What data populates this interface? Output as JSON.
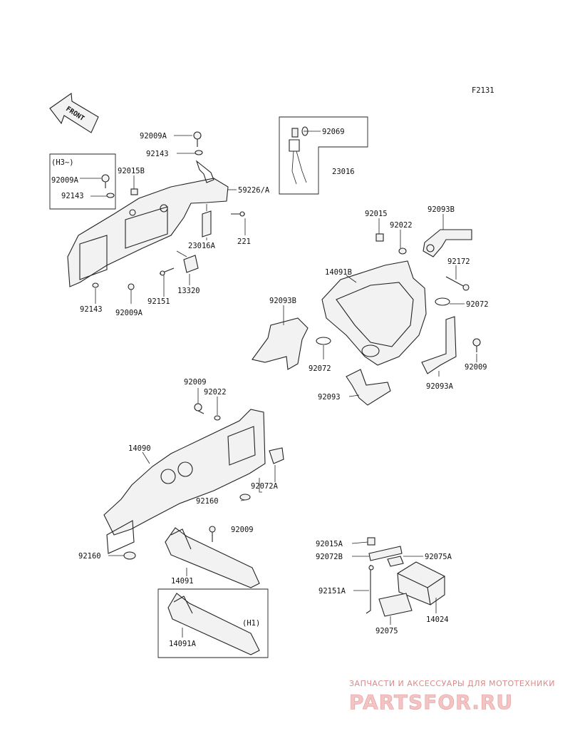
{
  "diagram_code": "F2131",
  "front_label": "FRONT",
  "watermark": {
    "line1": "ЗАПЧАСТИ И АКСЕССУАРЫ ДЛЯ МОТОТЕХНИКИ",
    "line2": "PARTSFOR.RU"
  },
  "callouts": {
    "c92009A_top": "92009A",
    "c92143_top": "92143",
    "c92069": "92069",
    "c23016": "23016",
    "cH3": "(H3~)",
    "c92009A_h3": "92009A",
    "c92015B": "92015B",
    "c92143_h3": "92143",
    "c59226A": "59226/A",
    "c23016A": "23016A",
    "c221": "221",
    "c13320": "13320",
    "c92151": "92151",
    "c92143_bot": "92143",
    "c92009A_bot": "92009A",
    "c92015": "92015",
    "c92022_r": "92022",
    "c92093B_r": "92093B",
    "c14091B": "14091B",
    "c92172": "92172",
    "c92072_r": "92072",
    "c92093B_l": "92093B",
    "c92072_l": "92072",
    "c92009_r": "92009",
    "c92093A": "92093A",
    "c92093": "92093",
    "c92009_m": "92009",
    "c92022_m": "92022",
    "c14090": "14090",
    "c92072A": "92072A",
    "c92160_m": "92160",
    "c92009_b": "92009",
    "c92160_l": "92160",
    "c14091": "14091",
    "cH1": "(H1)",
    "c14091A": "14091A",
    "c92015A": "92015A",
    "c92072B": "92072B",
    "c92075A": "92075A",
    "c92151A": "92151A",
    "c14024": "14024",
    "c92075": "92075"
  }
}
